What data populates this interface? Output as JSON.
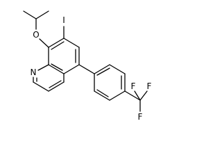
{
  "diagram": {
    "type": "chemical-structure",
    "atom_labels": {
      "nitrogen": "N",
      "oxygen": "O",
      "iodine": "I",
      "fluorine_top_left": "F",
      "fluorine_top_right": "F",
      "fluorine_bottom": "F"
    },
    "colors": {
      "bond": "#000000",
      "label": "#000000",
      "background": "#ffffff"
    }
  }
}
